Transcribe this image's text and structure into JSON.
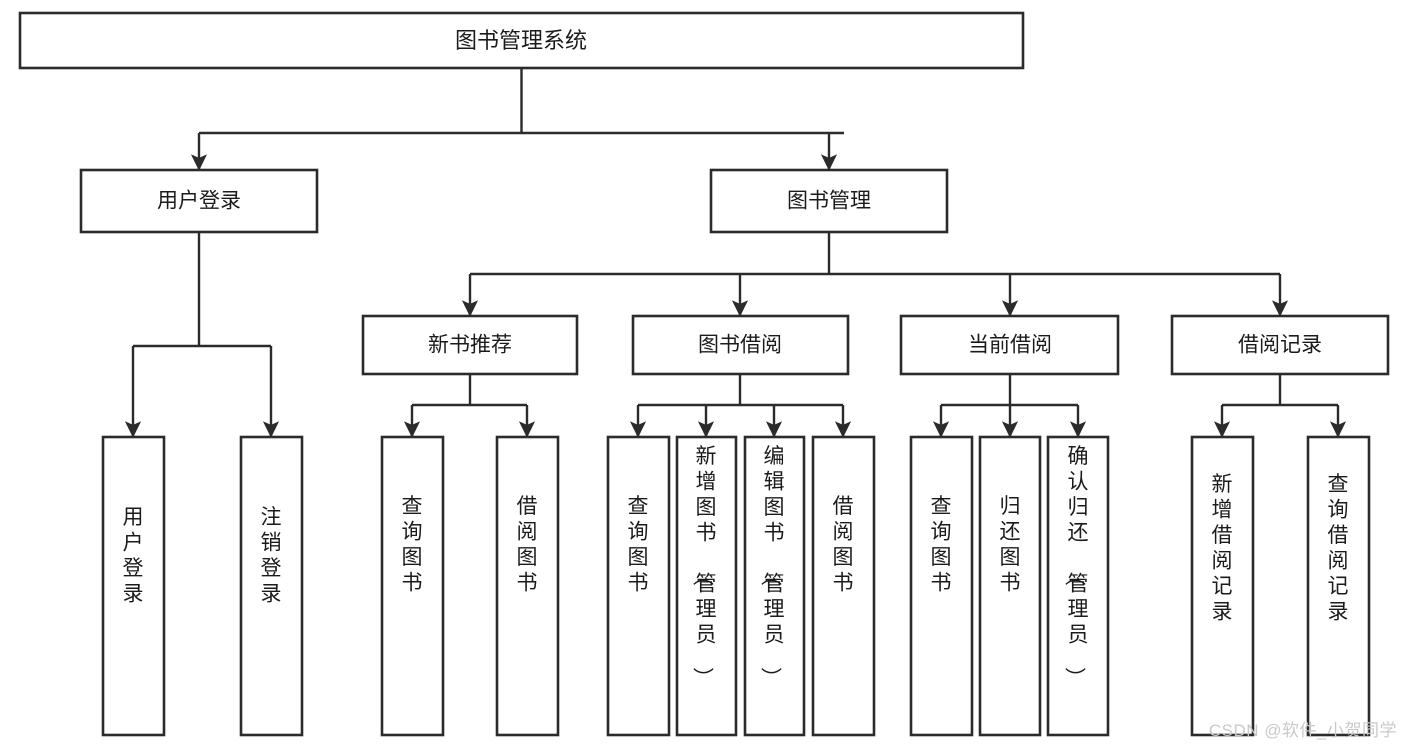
{
  "diagram": {
    "title": "图书管理系统",
    "watermark": "CSDN @软件_小贺同学",
    "colors": {
      "stroke": "#2b2b2b",
      "box_fill": "#ffffff",
      "text": "#1b1b1b",
      "background": "#ffffff",
      "watermark": "#c9c9c9"
    },
    "root": {
      "label": "图书管理系统"
    },
    "level2": [
      {
        "label": "用户登录"
      },
      {
        "label": "图书管理"
      }
    ],
    "level3": [
      {
        "label": "新书推荐"
      },
      {
        "label": "图书借阅"
      },
      {
        "label": "当前借阅"
      },
      {
        "label": "借阅记录"
      }
    ],
    "leaves": {
      "user_login": [
        {
          "label": "用户登录"
        },
        {
          "label": "注销登录"
        }
      ],
      "new_book_recommend": [
        {
          "label": "查询图书"
        },
        {
          "label": "借阅图书"
        }
      ],
      "book_borrow": [
        {
          "label": "查询图书"
        },
        {
          "label": "新增图书（管理员）"
        },
        {
          "label": "编辑图书（管理员）"
        },
        {
          "label": "借阅图书"
        }
      ],
      "current_borrow": [
        {
          "label": "查询图书"
        },
        {
          "label": "归还图书"
        },
        {
          "label": "确认归还（管理员）"
        }
      ],
      "borrow_record": [
        {
          "label": "新增借阅记录"
        },
        {
          "label": "查询借阅记录"
        }
      ]
    }
  }
}
